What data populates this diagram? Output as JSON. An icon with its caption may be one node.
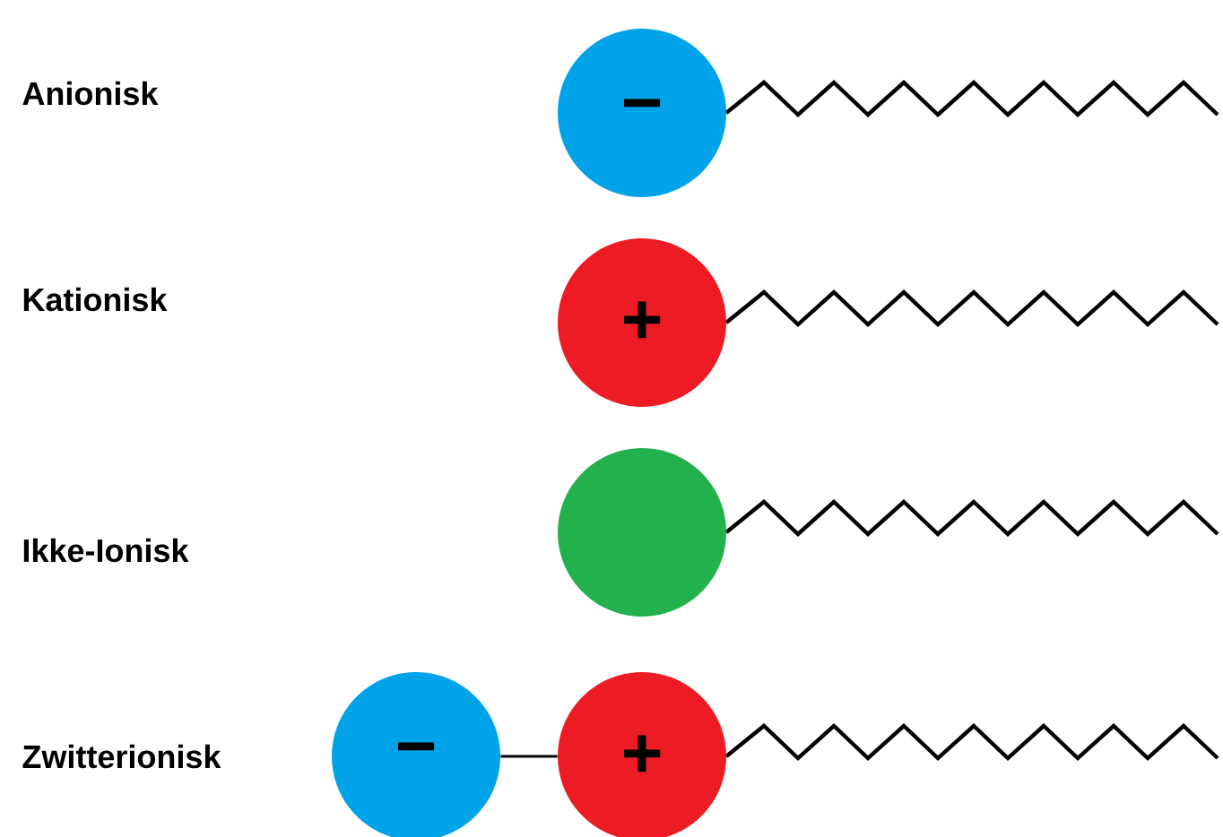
{
  "diagram": {
    "nodes": [
      {
        "text": [
          "−"
        ]
      },
      {
        "text": [
          "+"
        ]
      },
      {
        "text": [],
        "shape": "circle"
      },
      {
        "text": [
          "−"
        ]
      },
      {
        "text": [
          "+"
        ]
      }
    ],
    "edges": [
      {
        "from": 3,
        "to": 4,
        "arrow": "none"
      }
    ],
    "labels": [
      "Anionisk",
      "Kationisk",
      "Ikke-Ionisk",
      "Zwitterionisk"
    ]
  }
}
